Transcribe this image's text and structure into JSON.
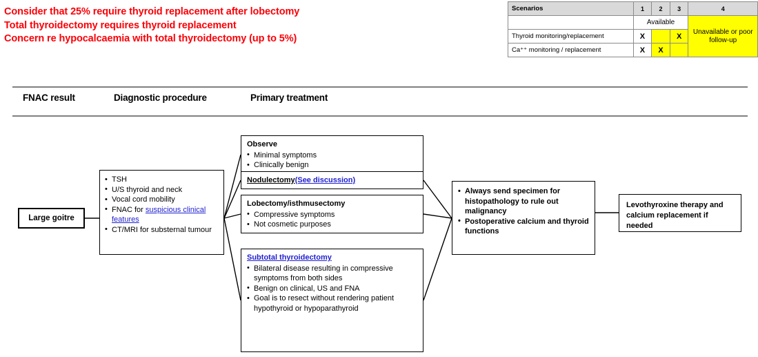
{
  "notes": {
    "lines": [
      "Consider that 25% require thyroid replacement after lobectomy",
      "Total thyroidectomy requires thyroid replacement",
      "Concern re hypocalcaemia with total thyroidectomy (up to 5%)"
    ],
    "color": "#fb0007"
  },
  "scenario_table": {
    "header": {
      "label": "Scenarios",
      "columns": [
        "1",
        "2",
        "3",
        "4"
      ]
    },
    "availability_row": {
      "available_label": "Available",
      "unavailable_label": "Unavailable or poor follow-up"
    },
    "rows": [
      {
        "label": "Thyroid monitoring/replacement",
        "cells": [
          {
            "mark": "X",
            "highlight": false
          },
          {
            "mark": "",
            "highlight": true
          },
          {
            "mark": "X",
            "highlight": true
          }
        ]
      },
      {
        "label": "Ca⁺⁺ monitoring / replacement",
        "cells": [
          {
            "mark": "X",
            "highlight": false
          },
          {
            "mark": "X",
            "highlight": true
          },
          {
            "mark": "",
            "highlight": true
          }
        ]
      }
    ],
    "highlight_color": "#ffff00",
    "header_color": "#d9d9d9"
  },
  "columns": {
    "fnac": "FNAC result",
    "diagnostic": "Diagnostic procedure",
    "treatment": "Primary treatment"
  },
  "flow": {
    "large_goitre": "Large goitre",
    "diagnostic": {
      "items_pre": [
        "TSH",
        "U/S thyroid and neck",
        "Vocal cord mobility"
      ],
      "fnac_prefix": "FNAC for ",
      "fnac_link": "suspicious clinical features",
      "ct_item": "CT/MRI for substernal tumour"
    },
    "observe": {
      "title": "Observe",
      "items": [
        "Minimal symptoms",
        "Clinically benign"
      ]
    },
    "nodulectomy": {
      "title": "Nodulectomy",
      "link": "(See discussion)"
    },
    "lobectomy": {
      "title": "Lobectomy/isthmusectomy",
      "items": [
        "Compressive symptoms",
        "Not cosmetic purposes"
      ]
    },
    "subtotal": {
      "title": "Subtotal thyroidectomy",
      "items": [
        "Bilateral disease resulting in compressive symptoms from both sides",
        "Benign on clinical, US and FNA",
        "Goal is to resect without rendering patient hypothyroid or hypoparathyroid"
      ]
    },
    "specimen": {
      "items": [
        "Always send specimen for histopathology to rule out malignancy",
        "Postoperative calcium and thyroid functions"
      ]
    },
    "levothyroxine": "Levothyroxine therapy and calcium replacement if needed"
  }
}
